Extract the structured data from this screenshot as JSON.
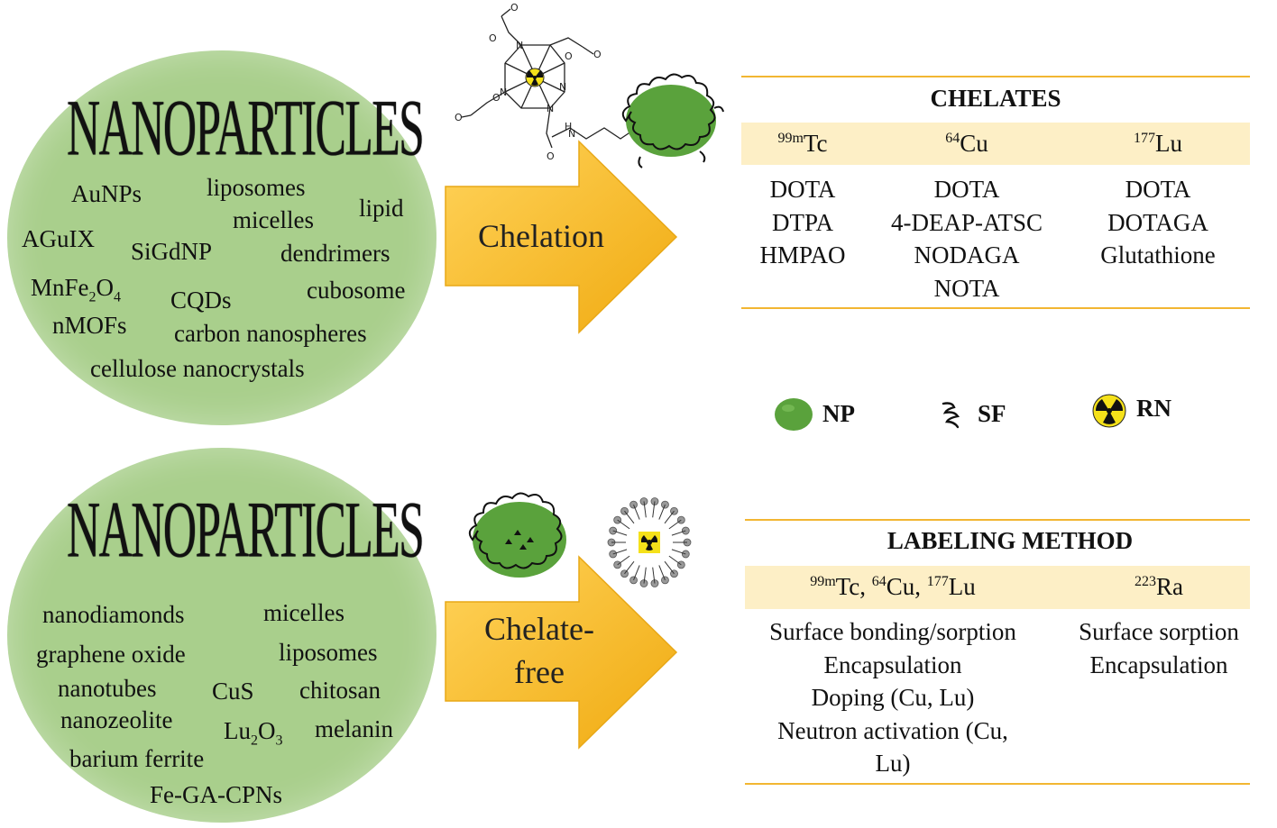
{
  "top": {
    "title": "NANOPARTICLES",
    "items": [
      "AuNPs",
      "liposomes",
      "micelles",
      "lipid",
      "AGuIX",
      "SiGdNP",
      "dendrimers",
      "cubosome",
      "CQDs",
      "nMOFs",
      "carbon nanospheres",
      "cellulose nanocrystals"
    ],
    "mnfe": {
      "a": "MnFe",
      "b": "2",
      "c": "O",
      "d": "4"
    },
    "arrow_label": "Chelation"
  },
  "bottom": {
    "title": "NANOPARTICLES",
    "items": [
      "nanodiamonds",
      "micelles",
      "graphene oxide",
      "liposomes",
      "nanotubes",
      "CuS",
      "chitosan",
      "nanozeolite",
      "melanin",
      "barium ferrite",
      "Fe-GA-CPNs"
    ],
    "lu2o3": {
      "a": "Lu",
      "b": "2",
      "c": "O",
      "d": "3"
    },
    "arrow_label": [
      "Chelate-",
      "free"
    ]
  },
  "chelates": {
    "title": "CHELATES",
    "headers": [
      {
        "sup": "99m",
        "el": "Tc"
      },
      {
        "sup": "64",
        "el": "Cu"
      },
      {
        "sup": "177",
        "el": "Lu"
      }
    ],
    "columns": [
      [
        "DOTA",
        "DTPA",
        "HMPAO"
      ],
      [
        "DOTA",
        "4-DEAP-ATSC",
        "NODAGA",
        "NOTA"
      ],
      [
        "DOTA",
        "DOTAGA",
        "Glutathione"
      ]
    ]
  },
  "labeling": {
    "title": "LABELING METHOD",
    "header1": {
      "s1": "99m",
      "e1": "Tc, ",
      "s2": "64",
      "e2": "Cu, ",
      "s3": "177",
      "e3": "Lu"
    },
    "header2": {
      "s": "223",
      "e": "Ra"
    },
    "col1": [
      "Surface bonding/sorption",
      "Encapsulation",
      "Doping (Cu, Lu)",
      "Neutron activation (Cu,",
      "Lu)"
    ],
    "col2": [
      "Surface sorption",
      "Encapsulation"
    ]
  },
  "molecule_atoms": {
    "o": "O",
    "n": "N",
    "h": "H"
  },
  "legend": {
    "np": "NP",
    "sf": "SF",
    "rn": "RN"
  },
  "colors": {
    "np_green": "#5aa23c",
    "ellipse": "#a9cf8c",
    "arrow": "#f4b41a",
    "line": "#f2b632",
    "band": "#fdefc6",
    "radiation": "#f5e11a"
  }
}
